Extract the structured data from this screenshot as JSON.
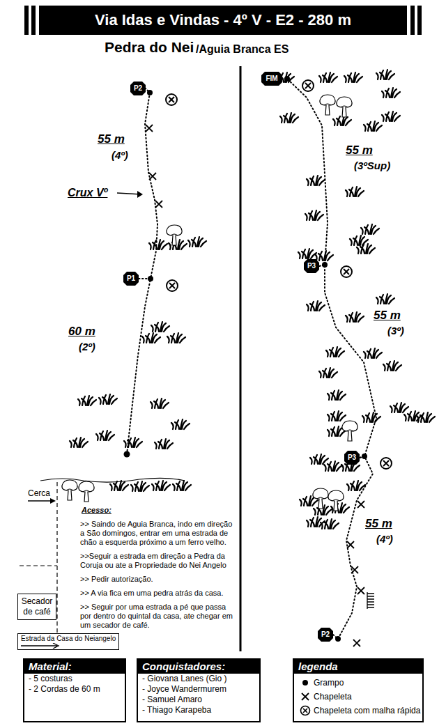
{
  "diagram": {
    "title": "Via Idas e Vindas - 4º V - E2 - 280 m",
    "nodes": [
      {
        "text": [
          "P2"
        ]
      },
      {
        "text": [
          "FIM"
        ]
      },
      {
        "text": [
          "P1"
        ]
      },
      {
        "text": [
          "P3"
        ]
      },
      {
        "text": [
          "P3"
        ]
      },
      {
        "text": [
          "P2"
        ]
      },
      {
        "text": [
          "Secador de café"
        ]
      },
      {
        "text": [
          "Estrada da Casa do Neiangelo"
        ]
      },
      {
        "text": [
          "Material:",
          "- 5 costuras",
          "- 2 Cordas de 60 m"
        ]
      },
      {
        "text": [
          "Conquistadores:",
          "- Giovana Lanes (Gio )",
          "- Joyce Wandermurem",
          "- Samuel Amaro",
          "- Thiago Karapeba"
        ]
      },
      {
        "text": [
          "legenda"
        ]
      }
    ],
    "edges": [
      {
        "from": 2,
        "to": 0,
        "arrow": "none"
      },
      {
        "from": 5,
        "to": 4,
        "arrow": "none"
      },
      {
        "from": 4,
        "to": 3,
        "arrow": "none"
      },
      {
        "from": 3,
        "to": 1,
        "arrow": "none"
      }
    ],
    "labels": [
      "Pedra do Nei",
      "/Aguia Branca ES",
      "55 m",
      "(4º)",
      "Crux Vº",
      "60 m",
      "(2º)",
      "55 m",
      "(3ºSup)",
      "55 m",
      "(3º)",
      "55 m",
      "(4º)",
      "Cerca",
      "Acesso:",
      ">> Saindo de Aguia Branca, indo em direção a São domingos, entrar em uma estrada de chão a esquerda próximo a um ferro velho.",
      ">>Seguir a estrada em direção a Pedra da Coruja ou ate a Propriedade do Nei Angelo",
      ">> Pedir autorização.",
      ">> A via fica em uma pedra atrás da casa.",
      ">> Seguir por uma estrada a pé que passa por dentro do quintal da casa, ate chegar em um secador de café."
    ],
    "legend": [
      {
        "text": "Grampo"
      },
      {
        "text": "Chapeleta"
      },
      {
        "text": "Chapeleta com malha rápida"
      }
    ]
  }
}
